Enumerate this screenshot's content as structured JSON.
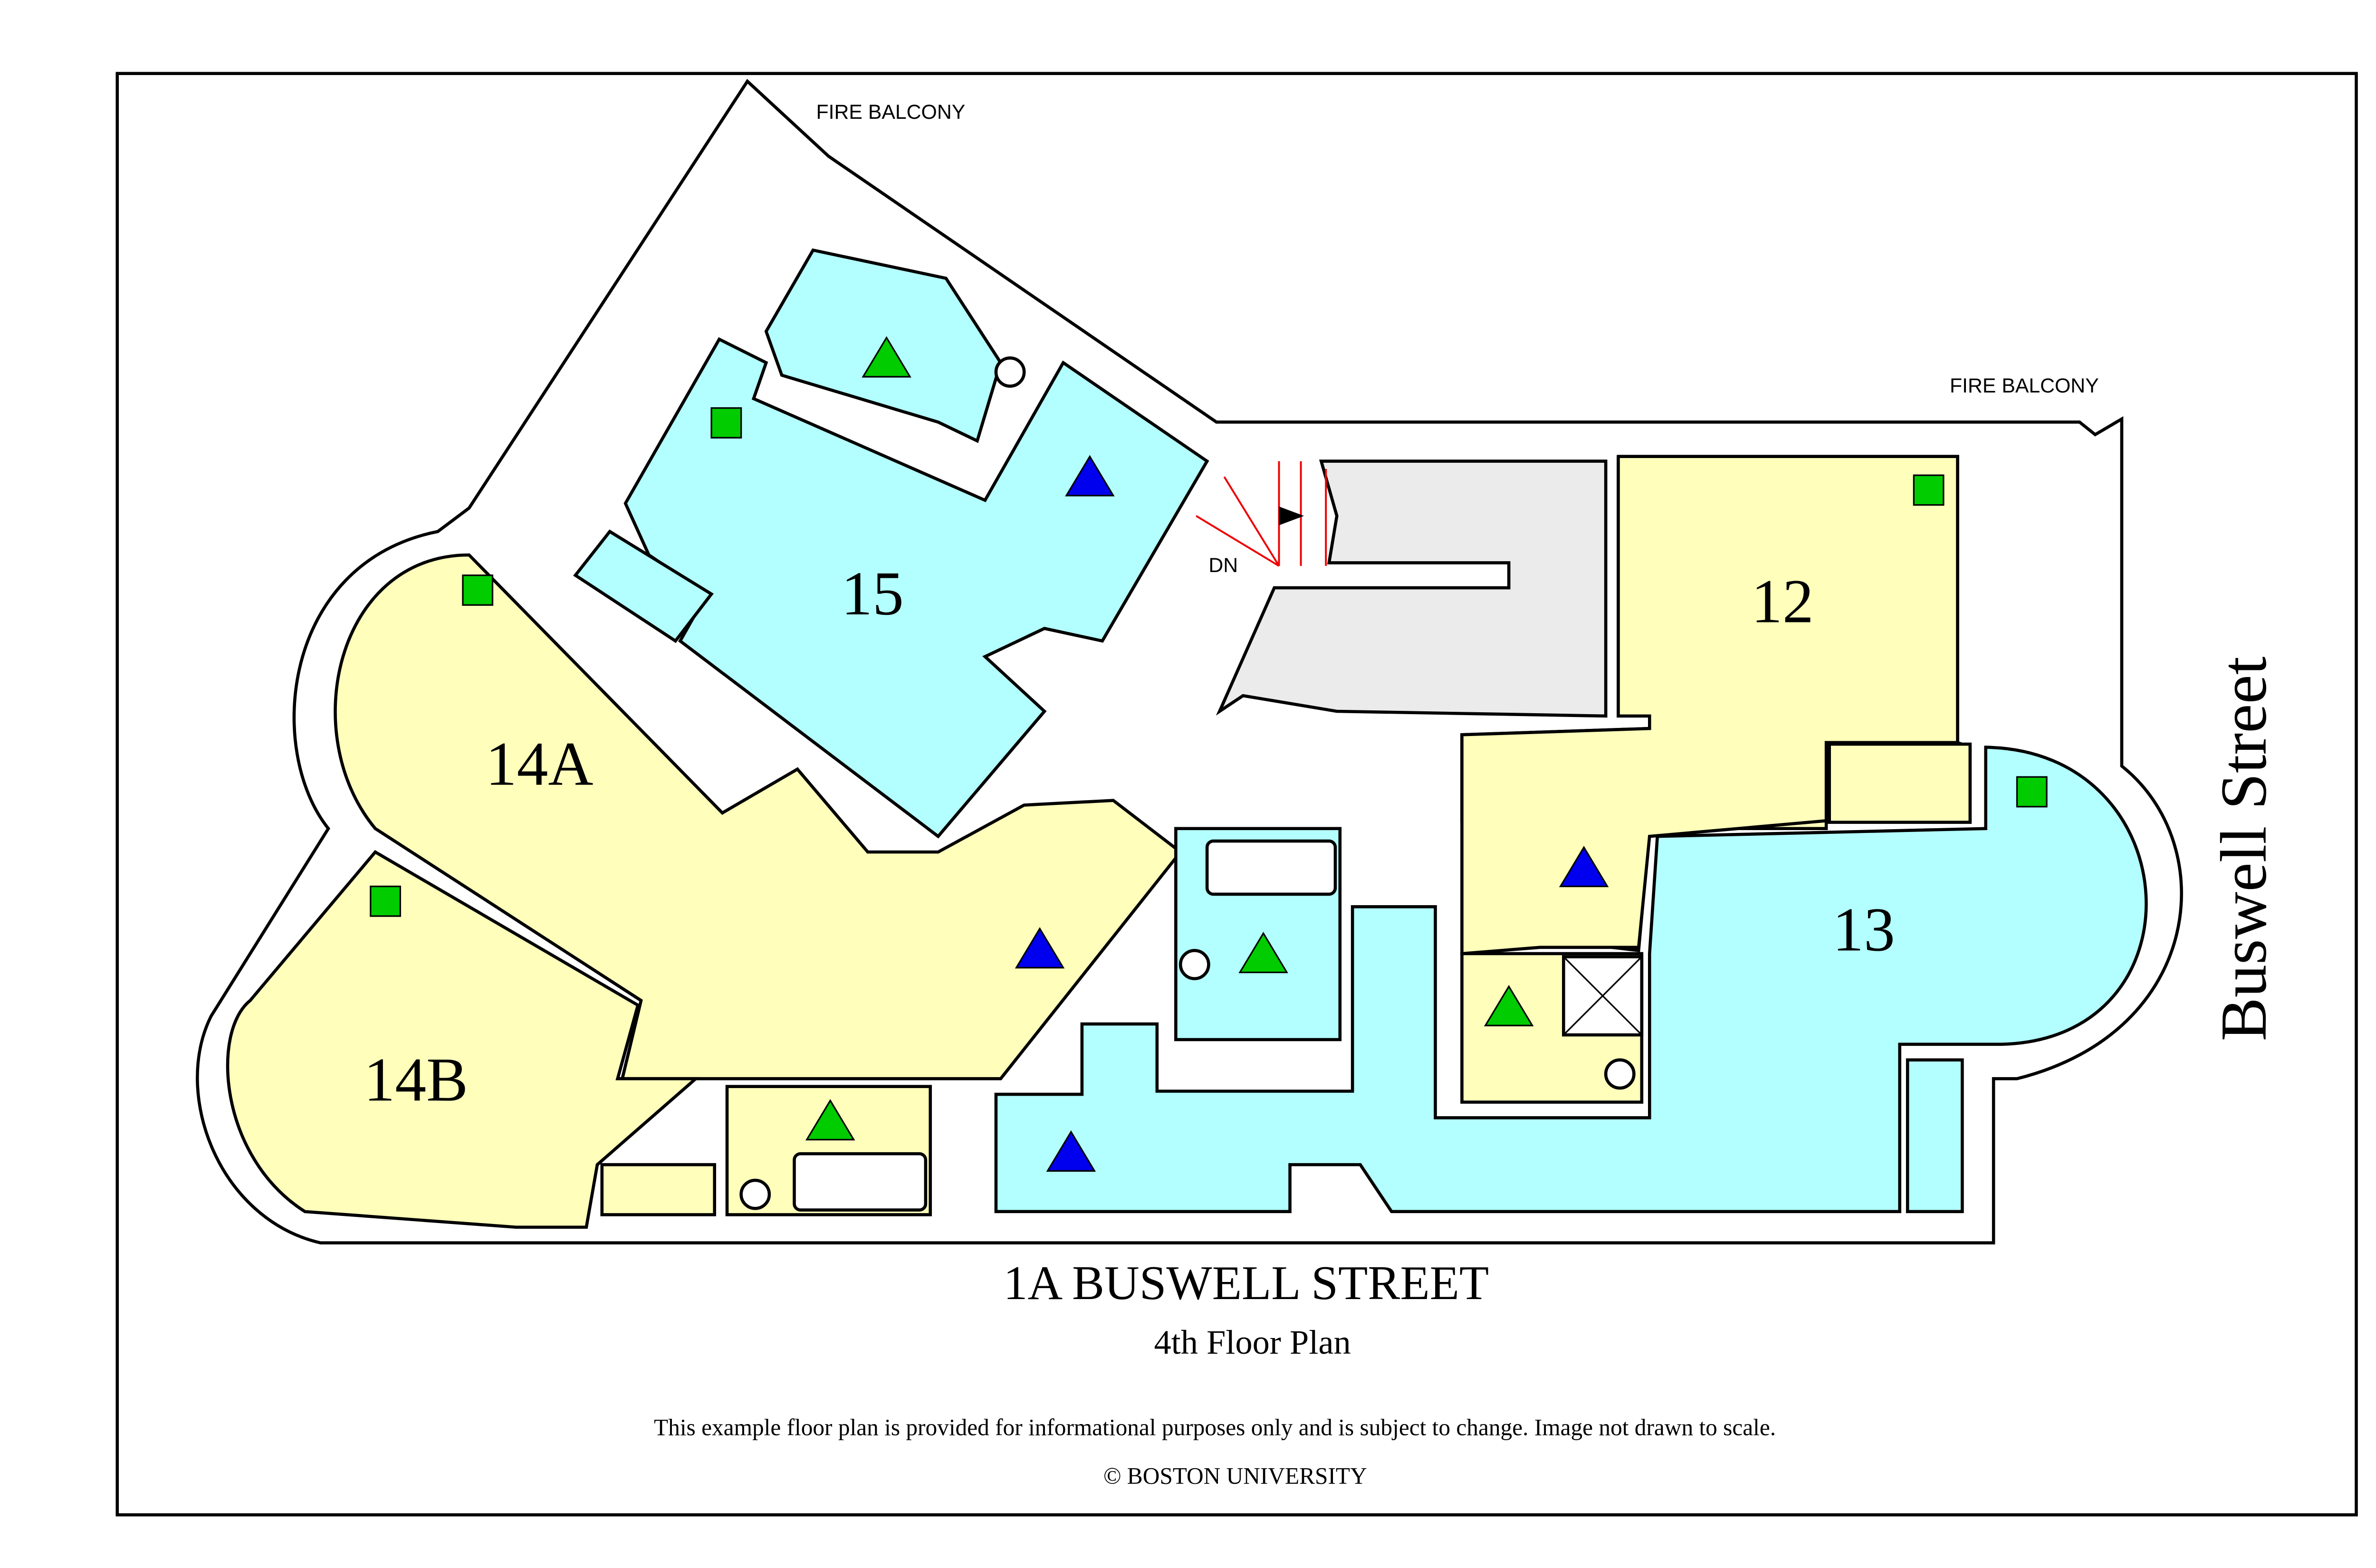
{
  "colors": {
    "cyan_room": "#b3ffff",
    "yellow_room": "#ffffbb",
    "stair_gray": "#ebebeb",
    "green_marker": "#00cc00",
    "blue_marker": "#0000ee",
    "stair_red": "#ee0000"
  },
  "plan": {
    "fire_balcony_left": "FIRE  BALCONY",
    "fire_balcony_right": "FIRE  BALCONY",
    "stair_label": "DN",
    "street_label": "Buswell Street",
    "rooms": {
      "r15": "15",
      "r14a": "14A",
      "r14b": "14B",
      "r12": "12",
      "r13": "13"
    }
  },
  "footer": {
    "title": "1A BUSWELL STREET",
    "subtitle": "4th Floor Plan",
    "disclaimer": "This example floor plan is provided for informational purposes only and is subject to change. Image not drawn to scale.",
    "copyright": "© BOSTON UNIVERSITY"
  }
}
